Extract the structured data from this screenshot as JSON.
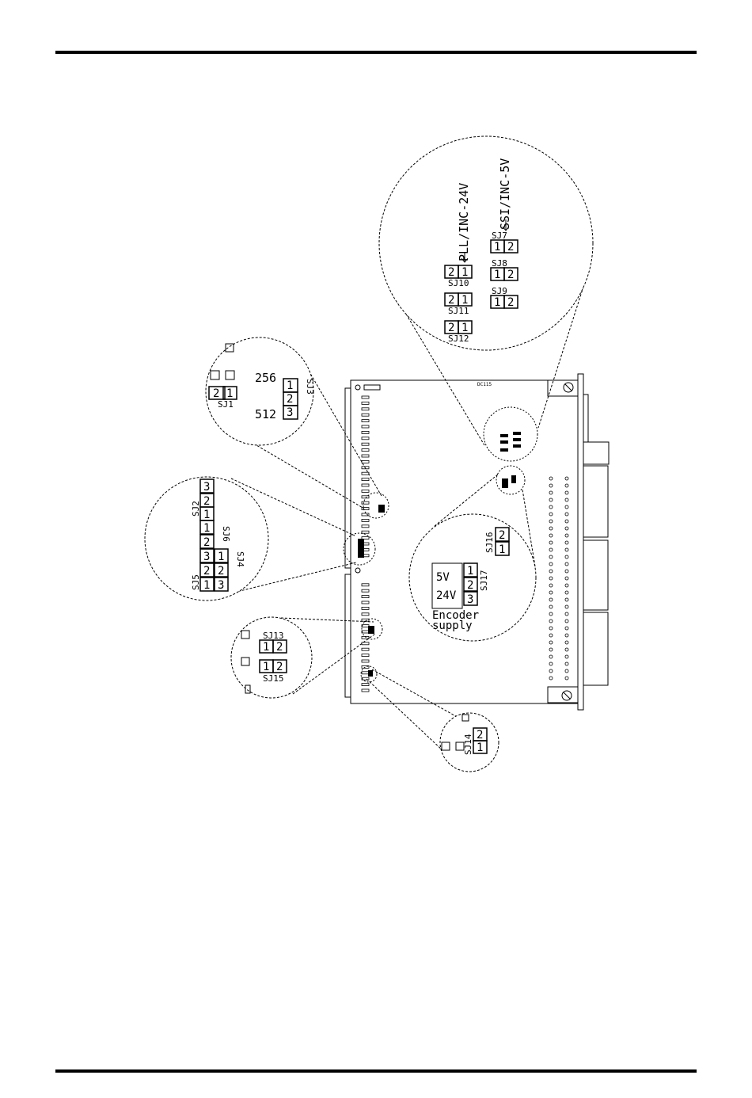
{
  "board_label": "DC115",
  "sj1": {
    "name": "SJ1",
    "pins": [
      "2",
      "1"
    ]
  },
  "sj3": {
    "name": "SJ3",
    "pins": [
      "1",
      "2",
      "3"
    ],
    "top_value": "256",
    "bottom_value": "512"
  },
  "sj2": {
    "name": "SJ2",
    "pins": [
      "3",
      "2",
      "1"
    ]
  },
  "sj6": {
    "name": "SJ6",
    "pins": [
      "1",
      "2"
    ]
  },
  "sj4": {
    "name": "SJ4",
    "pins": [
      "1",
      "2",
      "3"
    ]
  },
  "sj5": {
    "name": "SJ5",
    "pins": [
      "3",
      "2",
      "1"
    ]
  },
  "sj13": {
    "name": "SJ13",
    "pins": [
      "1",
      "2"
    ]
  },
  "sj15": {
    "name": "SJ15",
    "pins": [
      "1",
      "2"
    ]
  },
  "sj14": {
    "name": "SJ14",
    "pins": [
      "2",
      "1"
    ]
  },
  "sj10": {
    "name": "SJ10",
    "pins": [
      "2",
      "1"
    ]
  },
  "sj11": {
    "name": "SJ11",
    "pins": [
      "2",
      "1"
    ]
  },
  "sj12": {
    "name": "SJ12",
    "pins": [
      "2",
      "1"
    ]
  },
  "sj7": {
    "name": "SJ7",
    "pins": [
      "1",
      "2"
    ]
  },
  "sj8": {
    "name": "SJ8",
    "pins": [
      "1",
      "2"
    ]
  },
  "sj9": {
    "name": "SJ9",
    "pins": [
      "1",
      "2"
    ]
  },
  "pll_label": "PLL/INC-24V",
  "ssi_label": "SSI/INC-5V",
  "sj16": {
    "name": "SJ16",
    "pins": [
      "2",
      "1"
    ]
  },
  "sj17": {
    "name": "SJ17",
    "pins": [
      "1",
      "2",
      "3"
    ]
  },
  "supply_5v": "5V",
  "supply_24v": "24V",
  "encoder_line1": "Encoder",
  "encoder_line2": "supply"
}
